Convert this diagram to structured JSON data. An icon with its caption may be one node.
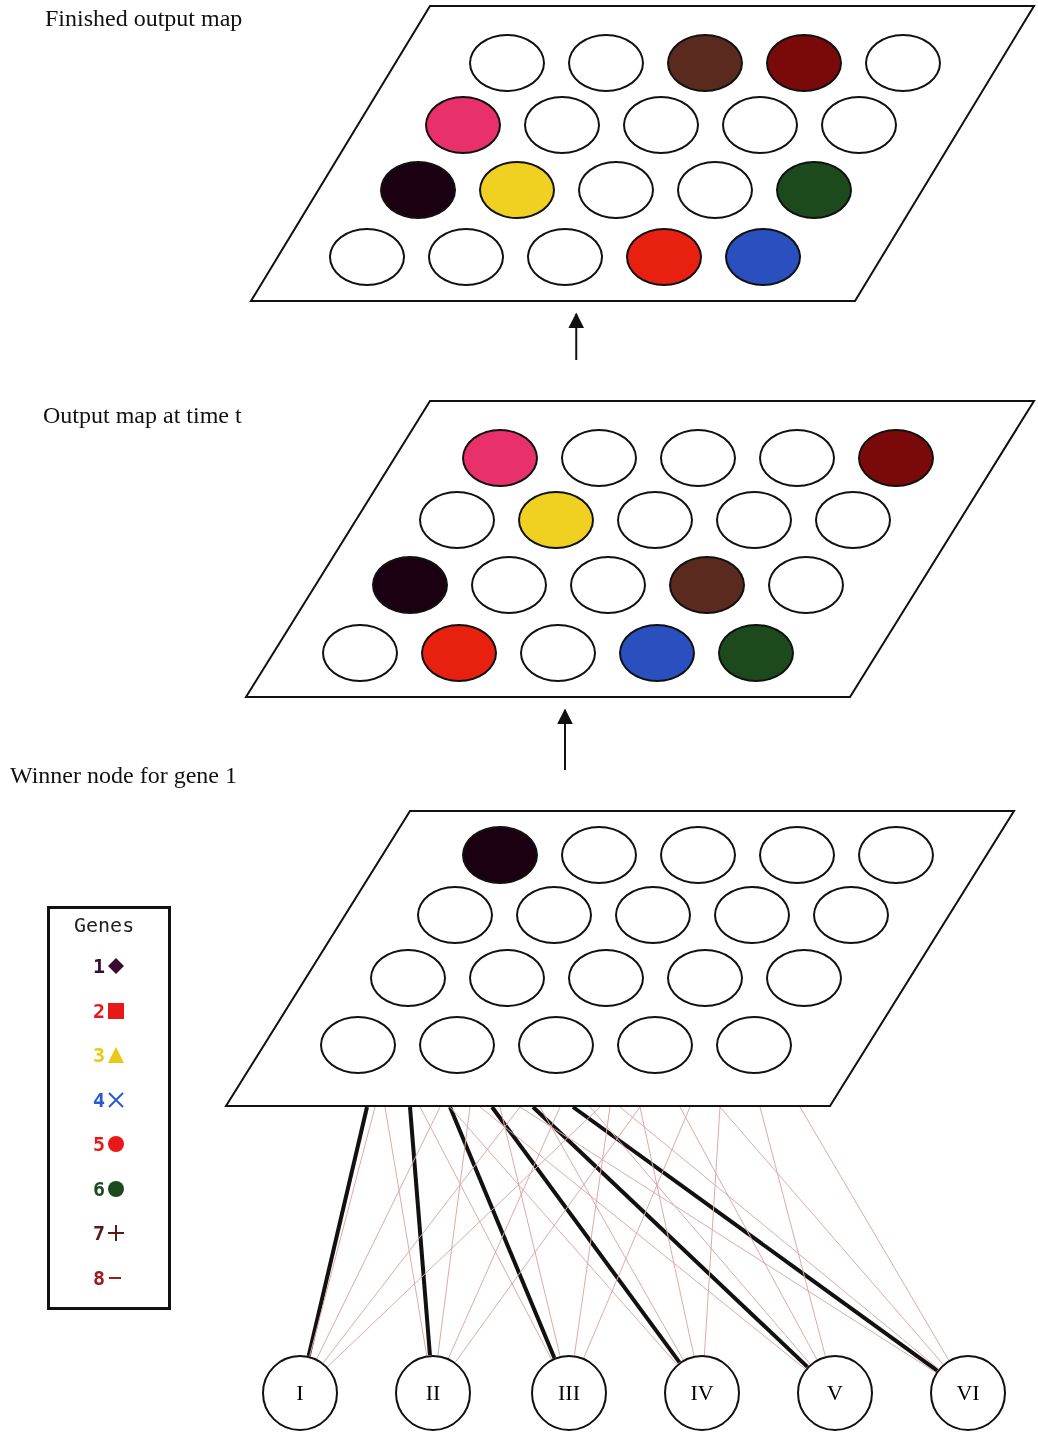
{
  "diagram": {
    "nodes": [
      {
        "text": [
          "Finished output map"
        ]
      },
      {
        "text": [],
        "shape": "circle",
        "in": 0
      },
      {
        "text": [],
        "shape": "circle",
        "in": 0
      },
      {
        "text": [],
        "shape": "circle",
        "in": 0
      },
      {
        "text": [],
        "shape": "circle",
        "in": 0
      },
      {
        "text": [],
        "shape": "circle",
        "in": 0
      },
      {
        "text": [],
        "shape": "circle",
        "in": 0
      },
      {
        "text": [],
        "shape": "circle",
        "in": 0
      },
      {
        "text": [],
        "shape": "circle",
        "in": 0
      },
      {
        "text": [],
        "shape": "circle",
        "in": 0
      },
      {
        "text": [],
        "shape": "circle",
        "in": 0
      },
      {
        "text": [],
        "shape": "circle",
        "in": 0
      },
      {
        "text": [],
        "shape": "circle",
        "in": 0
      },
      {
        "text": [],
        "shape": "circle",
        "in": 0
      },
      {
        "text": [],
        "shape": "circle",
        "in": 0
      },
      {
        "text": [],
        "shape": "circle",
        "in": 0
      },
      {
        "text": [],
        "shape": "circle",
        "in": 0
      },
      {
        "text": [],
        "shape": "circle",
        "in": 0
      },
      {
        "text": [],
        "shape": "circle",
        "in": 0
      },
      {
        "text": [],
        "shape": "circle",
        "in": 0
      },
      {
        "text": [],
        "shape": "circle",
        "in": 0
      },
      {
        "text": [
          "Output map at time t"
        ]
      },
      {
        "text": [],
        "shape": "circle",
        "in": 21
      },
      {
        "text": [],
        "shape": "circle",
        "in": 21
      },
      {
        "text": [],
        "shape": "circle",
        "in": 21
      },
      {
        "text": [],
        "shape": "circle",
        "in": 21
      },
      {
        "text": [],
        "shape": "circle",
        "in": 21
      },
      {
        "text": [],
        "shape": "circle",
        "in": 21
      },
      {
        "text": [],
        "shape": "circle",
        "in": 21
      },
      {
        "text": [],
        "shape": "circle",
        "in": 21
      },
      {
        "text": [],
        "shape": "circle",
        "in": 21
      },
      {
        "text": [],
        "shape": "circle",
        "in": 21
      },
      {
        "text": [],
        "shape": "circle",
        "in": 21
      },
      {
        "text": [],
        "shape": "circle",
        "in": 21
      },
      {
        "text": [],
        "shape": "circle",
        "in": 21
      },
      {
        "text": [],
        "shape": "circle",
        "in": 21
      },
      {
        "text": [],
        "shape": "circle",
        "in": 21
      },
      {
        "text": [],
        "shape": "circle",
        "in": 21
      },
      {
        "text": [],
        "shape": "circle",
        "in": 21
      },
      {
        "text": [],
        "shape": "circle",
        "in": 21
      },
      {
        "text": [],
        "shape": "circle",
        "in": 21
      },
      {
        "text": [],
        "shape": "circle",
        "in": 21
      },
      {
        "text": [
          "Winner node for gene 1"
        ]
      },
      {
        "text": [],
        "shape": "circle",
        "in": 42
      },
      {
        "text": [],
        "shape": "circle",
        "in": 42
      },
      {
        "text": [],
        "shape": "circle",
        "in": 42
      },
      {
        "text": [],
        "shape": "circle",
        "in": 42
      },
      {
        "text": [],
        "shape": "circle",
        "in": 42
      },
      {
        "text": [],
        "shape": "circle",
        "in": 42
      },
      {
        "text": [],
        "shape": "circle",
        "in": 42
      },
      {
        "text": [],
        "shape": "circle",
        "in": 42
      },
      {
        "text": [],
        "shape": "circle",
        "in": 42
      },
      {
        "text": [],
        "shape": "circle",
        "in": 42
      },
      {
        "text": [],
        "shape": "circle",
        "in": 42
      },
      {
        "text": [],
        "shape": "circle",
        "in": 42
      },
      {
        "text": [],
        "shape": "circle",
        "in": 42
      },
      {
        "text": [],
        "shape": "circle",
        "in": 42
      },
      {
        "text": [],
        "shape": "circle",
        "in": 42
      },
      {
        "text": [],
        "shape": "circle",
        "in": 42
      },
      {
        "text": [],
        "shape": "circle",
        "in": 42
      },
      {
        "text": [],
        "shape": "circle",
        "in": 42
      },
      {
        "text": [],
        "shape": "circle",
        "in": 42
      },
      {
        "text": [],
        "shape": "circle",
        "in": 42
      },
      {
        "text": [
          "I"
        ]
      },
      {
        "text": [
          "II"
        ]
      },
      {
        "text": [
          "III"
        ]
      },
      {
        "text": [
          "IV"
        ]
      },
      {
        "text": [
          "V"
        ]
      },
      {
        "text": [
          "VI"
        ]
      }
    ],
    "edges": [
      {
        "from": 42,
        "to": 21,
        "arrow": "to",
        "color": "#111111"
      },
      {
        "from": 21,
        "to": 0,
        "arrow": "to",
        "color": "#111111"
      },
      {
        "from": 63,
        "to": 42,
        "arrow": "none",
        "style": "thick",
        "color": "#111111"
      },
      {
        "from": 64,
        "to": 42,
        "arrow": "none",
        "style": "thick",
        "color": "#111111"
      },
      {
        "from": 65,
        "to": 42,
        "arrow": "none",
        "style": "thick",
        "color": "#111111"
      },
      {
        "from": 66,
        "to": 42,
        "arrow": "none",
        "style": "thick",
        "color": "#111111"
      },
      {
        "from": 67,
        "to": 42,
        "arrow": "none",
        "style": "thick",
        "color": "#111111"
      },
      {
        "from": 68,
        "to": 42,
        "arrow": "none",
        "style": "thick",
        "color": "#111111"
      },
      {
        "from": 63,
        "to": 42,
        "arrow": "none",
        "color": "#e0a8a8"
      },
      {
        "from": 63,
        "to": 42,
        "arrow": "none",
        "color": "#e0a8a8"
      },
      {
        "from": 63,
        "to": 42,
        "arrow": "none",
        "color": "#e0a8a8"
      },
      {
        "from": 63,
        "to": 42,
        "arrow": "none",
        "color": "#e0a8a8"
      },
      {
        "from": 64,
        "to": 42,
        "arrow": "none",
        "color": "#e0a8a8"
      },
      {
        "from": 64,
        "to": 42,
        "arrow": "none",
        "color": "#e0a8a8"
      },
      {
        "from": 64,
        "to": 42,
        "arrow": "none",
        "color": "#e0a8a8"
      },
      {
        "from": 64,
        "to": 42,
        "arrow": "none",
        "color": "#e0a8a8"
      },
      {
        "from": 65,
        "to": 42,
        "arrow": "none",
        "color": "#e0a8a8"
      },
      {
        "from": 65,
        "to": 42,
        "arrow": "none",
        "color": "#e0a8a8"
      },
      {
        "from": 65,
        "to": 42,
        "arrow": "none",
        "color": "#e0a8a8"
      },
      {
        "from": 65,
        "to": 42,
        "arrow": "none",
        "color": "#e0a8a8"
      },
      {
        "from": 66,
        "to": 42,
        "arrow": "none",
        "color": "#e0a8a8"
      },
      {
        "from": 66,
        "to": 42,
        "arrow": "none",
        "color": "#e0a8a8"
      },
      {
        "from": 66,
        "to": 42,
        "arrow": "none",
        "color": "#e0a8a8"
      },
      {
        "from": 66,
        "to": 42,
        "arrow": "none",
        "color": "#e0a8a8"
      },
      {
        "from": 67,
        "to": 42,
        "arrow": "none",
        "color": "#e0a8a8"
      },
      {
        "from": 67,
        "to": 42,
        "arrow": "none",
        "color": "#e0a8a8"
      },
      {
        "from": 67,
        "to": 42,
        "arrow": "none",
        "color": "#e0a8a8"
      },
      {
        "from": 67,
        "to": 42,
        "arrow": "none",
        "color": "#e0a8a8"
      },
      {
        "from": 68,
        "to": 42,
        "arrow": "none",
        "color": "#e0a8a8"
      },
      {
        "from": 68,
        "to": 42,
        "arrow": "none",
        "color": "#e0a8a8"
      },
      {
        "from": 68,
        "to": 42,
        "arrow": "none",
        "color": "#e0a8a8"
      },
      {
        "from": 68,
        "to": 42,
        "arrow": "none",
        "color": "#e0a8a8"
      }
    ],
    "labels": [
      "Genes"
    ],
    "legend": [
      {
        "text": "1"
      },
      {
        "text": "2"
      },
      {
        "text": "3"
      },
      {
        "text": "4"
      },
      {
        "text": "5"
      },
      {
        "text": "6"
      },
      {
        "text": "7"
      },
      {
        "text": "8"
      }
    ]
  }
}
